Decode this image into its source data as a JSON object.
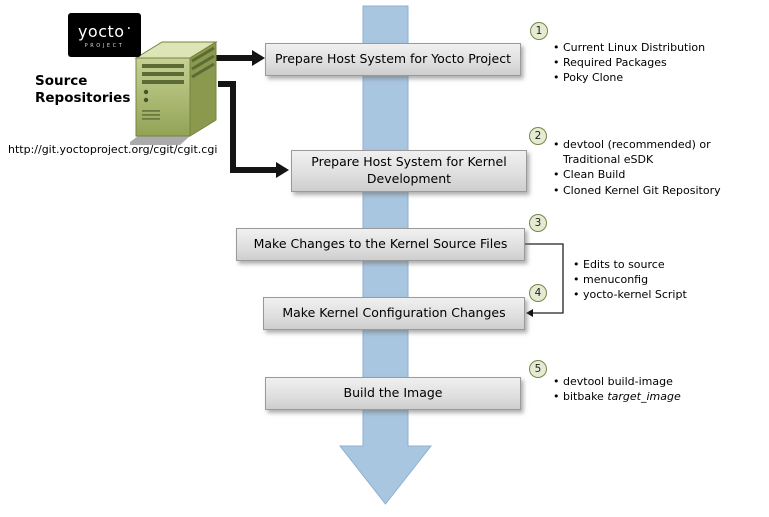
{
  "logo": {
    "brand": "yocto",
    "dot": "·",
    "subtitle": "PROJECT"
  },
  "source_repositories": {
    "title_line1": "Source",
    "title_line2": "Repositories",
    "url": "http://git.yoctoproject.org/cgit/cgit.cgi"
  },
  "steps": [
    {
      "number": "1",
      "label": "Prepare Host System for Yocto Project"
    },
    {
      "number": "2",
      "label": "Prepare Host System for Kernel Development"
    },
    {
      "number": "3",
      "label": "Make Changes to the Kernel Source Files"
    },
    {
      "number": "4",
      "label": "Make Kernel Configuration Changes"
    },
    {
      "number": "5",
      "label": "Build the Image"
    }
  ],
  "notes": [
    {
      "applies_to_steps": "1",
      "items": [
        {
          "text": "Current Linux Distribution"
        },
        {
          "text": "Required Packages"
        },
        {
          "text": "Poky Clone"
        }
      ]
    },
    {
      "applies_to_steps": "2",
      "items": [
        {
          "text": "devtool (recommended) or Traditional eSDK"
        },
        {
          "text": "Clean Build"
        },
        {
          "text": "Cloned Kernel Git Repository"
        }
      ]
    },
    {
      "applies_to_steps": "3-4",
      "items": [
        {
          "text": "Edits to source"
        },
        {
          "text": "menuconfig"
        },
        {
          "text": "yocto-kernel Script"
        }
      ]
    },
    {
      "applies_to_steps": "5",
      "items": [
        {
          "text": "devtool build-image"
        },
        {
          "text": "bitbake ",
          "italic": "target_image"
        }
      ]
    }
  ],
  "colors": {
    "flow_arrow": "#a9c6e1",
    "box_fill_top": "#f0f0f0",
    "box_fill_bottom": "#cecece",
    "box_border": "#9a9a9a",
    "circle_fill": "#e4ebd2",
    "circle_border": "#76874a",
    "server_green": "#a3b262",
    "connector": "#141414"
  }
}
